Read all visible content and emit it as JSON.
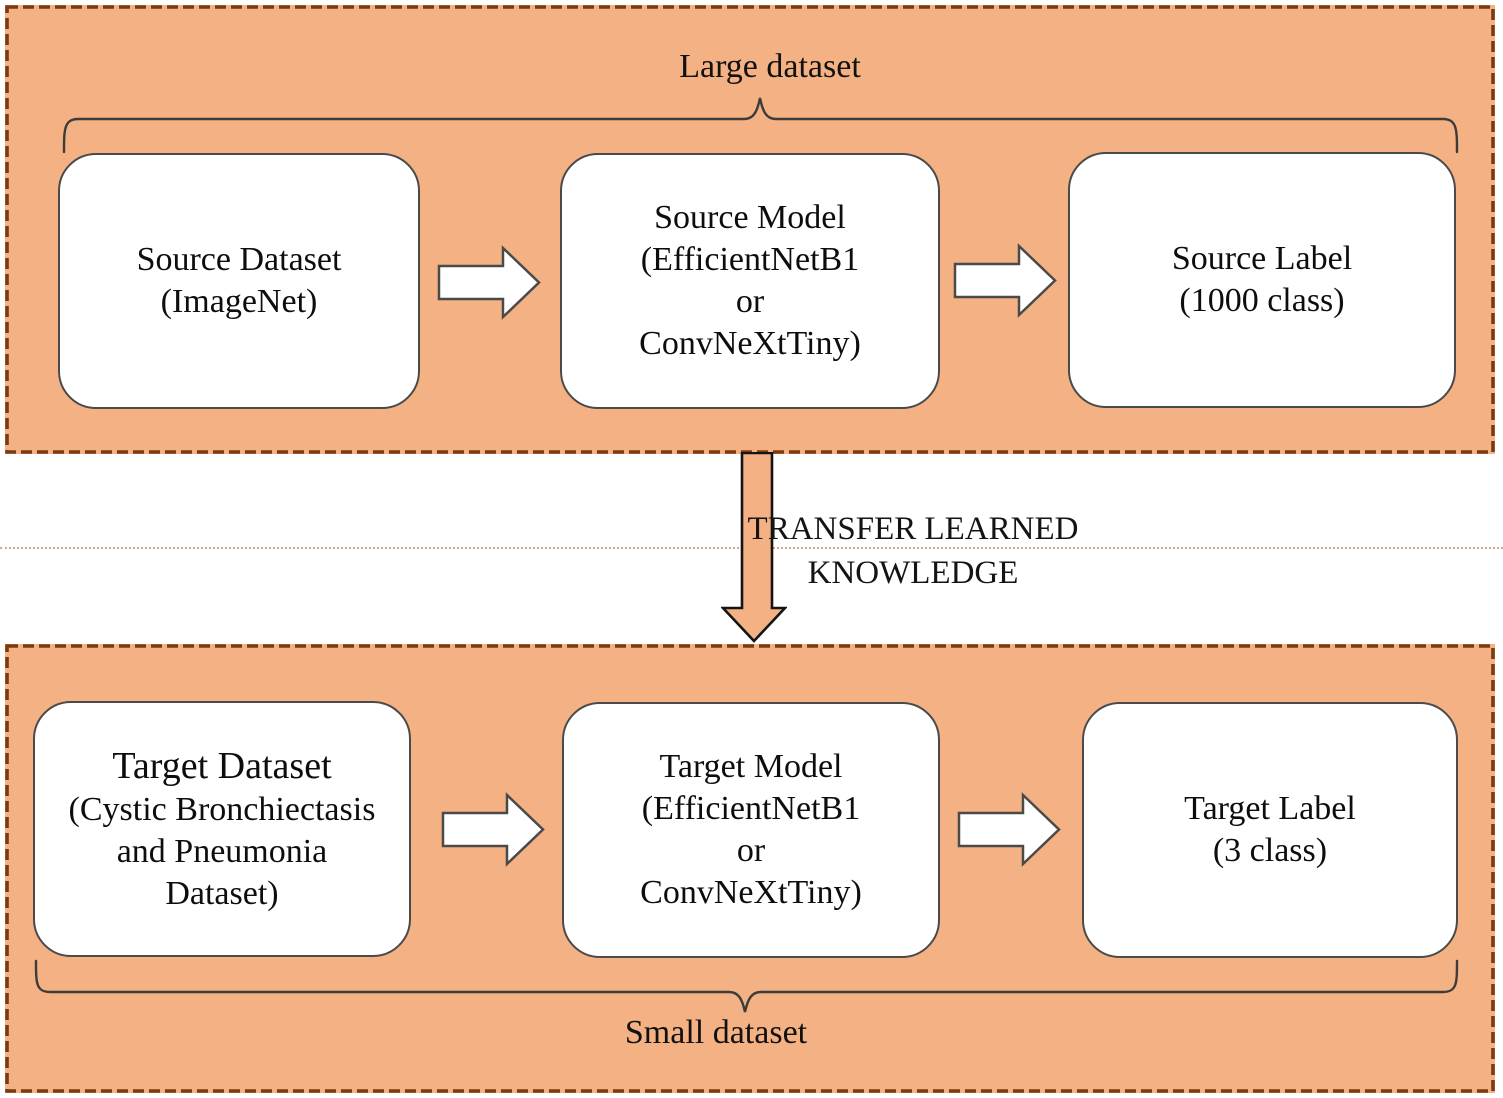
{
  "diagram": {
    "top_panel": {
      "group_label": "Large dataset",
      "boxes": [
        {
          "id": "source-dataset",
          "text": "Source Dataset\n(ImageNet)"
        },
        {
          "id": "source-model",
          "text": "Source Model\n(EfficientNetB1\nor\nConvNeXtTiny)"
        },
        {
          "id": "source-label",
          "text": "Source Label\n(1000 class)"
        }
      ]
    },
    "transfer": {
      "label": "TRANSFER LEARNED\nKNOWLEDGE"
    },
    "bottom_panel": {
      "group_label": "Small dataset",
      "boxes": [
        {
          "id": "target-dataset",
          "title": "Target Dataset",
          "text": "(Cystic Bronchiectasis\nand Pneumonia\nDataset)"
        },
        {
          "id": "target-model",
          "text": "Target Model\n(EfficientNetB1\nor\nConvNeXtTiny)"
        },
        {
          "id": "target-label",
          "text": "Target Label\n(3 class)"
        }
      ]
    },
    "colors": {
      "panel_fill": "#F4B183",
      "panel_border": "#7B3A10",
      "box_border": "#4A4A4A",
      "brace_stroke": "#3C3C3C",
      "transfer_arrow_fill": "#F4B183",
      "divider_dotted": "#D89A6B"
    }
  }
}
